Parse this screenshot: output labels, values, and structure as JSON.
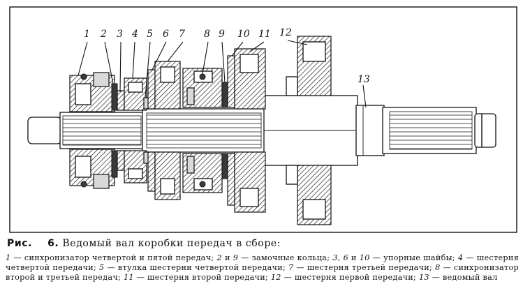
{
  "figure": {
    "callouts": [
      {
        "id": "c1",
        "label": "1"
      },
      {
        "id": "c2",
        "label": "2"
      },
      {
        "id": "c3",
        "label": "3"
      },
      {
        "id": "c4",
        "label": "4"
      },
      {
        "id": "c5",
        "label": "5"
      },
      {
        "id": "c6",
        "label": "6"
      },
      {
        "id": "c7",
        "label": "7"
      },
      {
        "id": "c8",
        "label": "8"
      },
      {
        "id": "c9",
        "label": "9"
      },
      {
        "id": "c10",
        "label": "10"
      },
      {
        "id": "c11",
        "label": "11"
      },
      {
        "id": "c12",
        "label": "12"
      },
      {
        "id": "c13",
        "label": "13"
      }
    ]
  },
  "caption": {
    "prefix": "Рис.",
    "number": "6.",
    "title": "Ведомый вал коробки передач в сборе:",
    "items": [
      {
        "num": "1",
        "text": " — синхронизатор четвертой и пятой передач; "
      },
      {
        "num": "2",
        "text": " и "
      },
      {
        "num": "9",
        "text": " — замочные кольца; "
      },
      {
        "num": "3, 6",
        "text": " и "
      },
      {
        "num": "10",
        "text": " — упорные шайбы; "
      },
      {
        "num": "4",
        "text": " — шестерня четвертой передачи; "
      },
      {
        "num": "5",
        "text": " — втулка шестерни четвертой передачи; "
      },
      {
        "num": "7",
        "text": " — шестерня третьей передачи; "
      },
      {
        "num": "8",
        "text": " — синхронизатор второй и третьей передач; "
      },
      {
        "num": "11",
        "text": " — шестерня второй передачи; "
      },
      {
        "num": "12",
        "text": " — шестерня первой передачи; "
      },
      {
        "num": "13",
        "text": " — ведомый вал"
      }
    ]
  }
}
